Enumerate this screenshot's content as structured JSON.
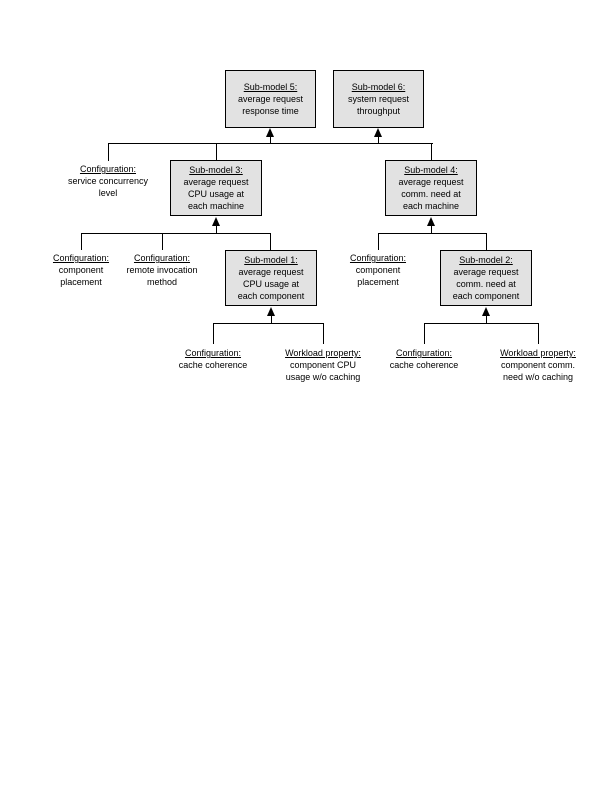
{
  "colors": {
    "box_fill": "#e2e2e2",
    "box_border": "#000000",
    "line_color": "#000000",
    "page_bg": "#ffffff"
  },
  "boxes": {
    "sub5": {
      "title": "Sub-model 5:",
      "line1": "average request",
      "line2": "response time"
    },
    "sub6": {
      "title": "Sub-model 6:",
      "line1": "system request",
      "line2": "throughput"
    },
    "sub3": {
      "title": "Sub-model 3:",
      "line1": "average request",
      "line2": "CPU usage at",
      "line3": "each machine"
    },
    "sub4": {
      "title": "Sub-model 4:",
      "line1": "average request",
      "line2": "comm. need at",
      "line3": "each machine"
    },
    "sub1": {
      "title": "Sub-model 1:",
      "line1": "average request",
      "line2": "CPU usage at",
      "line3": "each component"
    },
    "sub2": {
      "title": "Sub-model 2:",
      "line1": "average request",
      "line2": "comm. need at",
      "line3": "each component"
    }
  },
  "labels": {
    "service_concurrency": {
      "title": "Configuration:",
      "line1": "service concurrency",
      "line2": "level"
    },
    "component_placement_left": {
      "title": "Configuration:",
      "line1": "component",
      "line2": "placement"
    },
    "remote_invocation": {
      "title": "Configuration:",
      "line1": "remote invocation",
      "line2": "method"
    },
    "component_placement_right": {
      "title": "Configuration:",
      "line1": "component",
      "line2": "placement"
    },
    "cache_coherence_left": {
      "title": "Configuration:",
      "line1": "cache coherence"
    },
    "cpu_usage_wo_caching": {
      "title": "Workload property:",
      "line1": "component CPU",
      "line2": "usage w/o caching"
    },
    "cache_coherence_right": {
      "title": "Configuration:",
      "line1": "cache coherence"
    },
    "comm_need_wo_caching": {
      "title": "Workload property:",
      "line1": "component comm.",
      "line2": "need w/o caching"
    }
  }
}
